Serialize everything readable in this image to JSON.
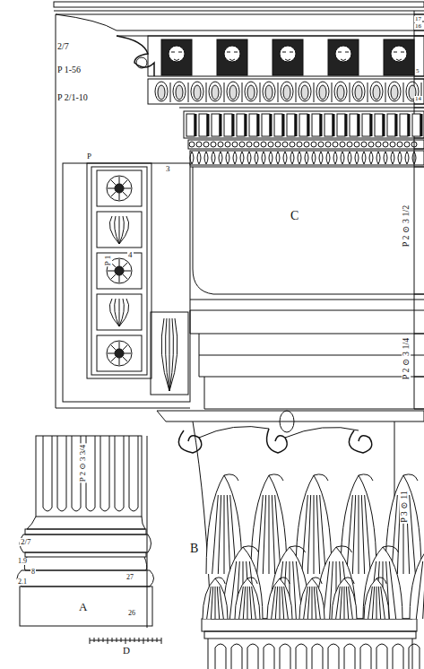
{
  "diagram": {
    "labels": [
      "2/7",
      "P 1-56",
      "P 2/1-10",
      "P",
      "3",
      "P 1",
      "4",
      "C",
      "P 2 ⊙ 3 1/2",
      "P 2 ⊙ 3 1/4",
      "B",
      "P 3 ⊙ 11",
      "P 2 ⊙ 3 3/4",
      "2/7",
      "1.9",
      "8",
      "2.1",
      "27",
      "26",
      "A",
      "D",
      "17",
      "16",
      "5",
      "14"
    ]
  }
}
